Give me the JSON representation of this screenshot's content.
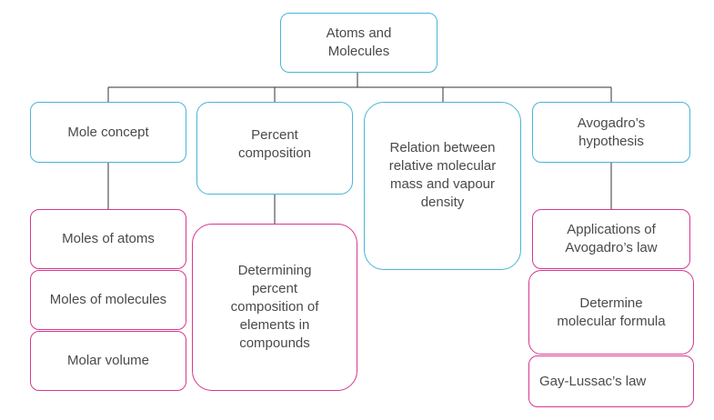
{
  "colors": {
    "category_border": "#4ab4d8",
    "detail_border": "#d6388f",
    "connector": "#333333",
    "text": "#4a4a4a"
  },
  "diagram": {
    "root": "Atoms and\nMolecules",
    "branches": [
      {
        "label": "Mole concept",
        "children": [
          "Moles of atoms",
          "Moles of molecules",
          "Molar volume"
        ]
      },
      {
        "label": "Percent\ncomposition",
        "children": [
          "Determining\npercent\ncomposition of\nelements in\ncompounds"
        ]
      },
      {
        "label": "Relation between\nrelative molecular\nmass and vapour\ndensity",
        "children": []
      },
      {
        "label": "Avogadro’s\nhypothesis",
        "children": [
          "Applications of\nAvogadro’s law",
          "Determine\nmolecular formula",
          "Gay-Lussac’s law"
        ]
      }
    ]
  }
}
